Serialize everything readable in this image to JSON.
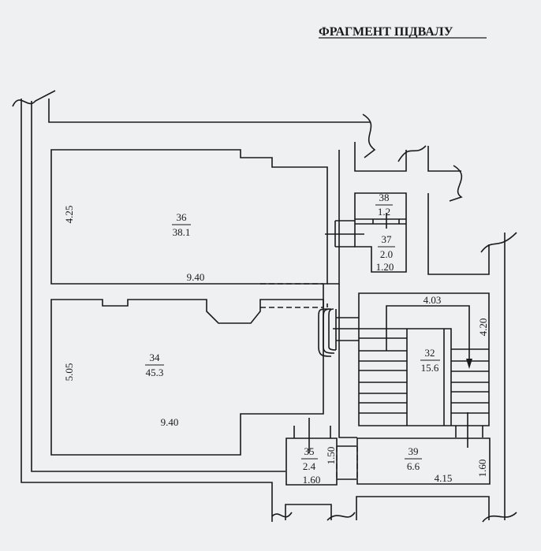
{
  "title": "ФРАГМЕНТ ПІДВАЛУ",
  "rooms": [
    {
      "number": "36",
      "area": "38.1"
    },
    {
      "number": "34",
      "area": "45.3"
    },
    {
      "number": "38",
      "area": "1.2"
    },
    {
      "number": "37",
      "area": "2.0"
    },
    {
      "number": "32",
      "area": "15.6"
    },
    {
      "number": "35",
      "area": "2.4"
    },
    {
      "number": "39",
      "area": "6.6"
    }
  ],
  "dimensions": {
    "r36_height": "4.25",
    "r36_width": "9.40",
    "r34_height": "5.05",
    "r34_width": "9.40",
    "r37_width": "1.20",
    "r32_width": "4.03",
    "r32_height": "4.20",
    "r35_height": "1.50",
    "r35_width": "1.60",
    "r39_width": "4.15",
    "r39_height": "1.60"
  }
}
